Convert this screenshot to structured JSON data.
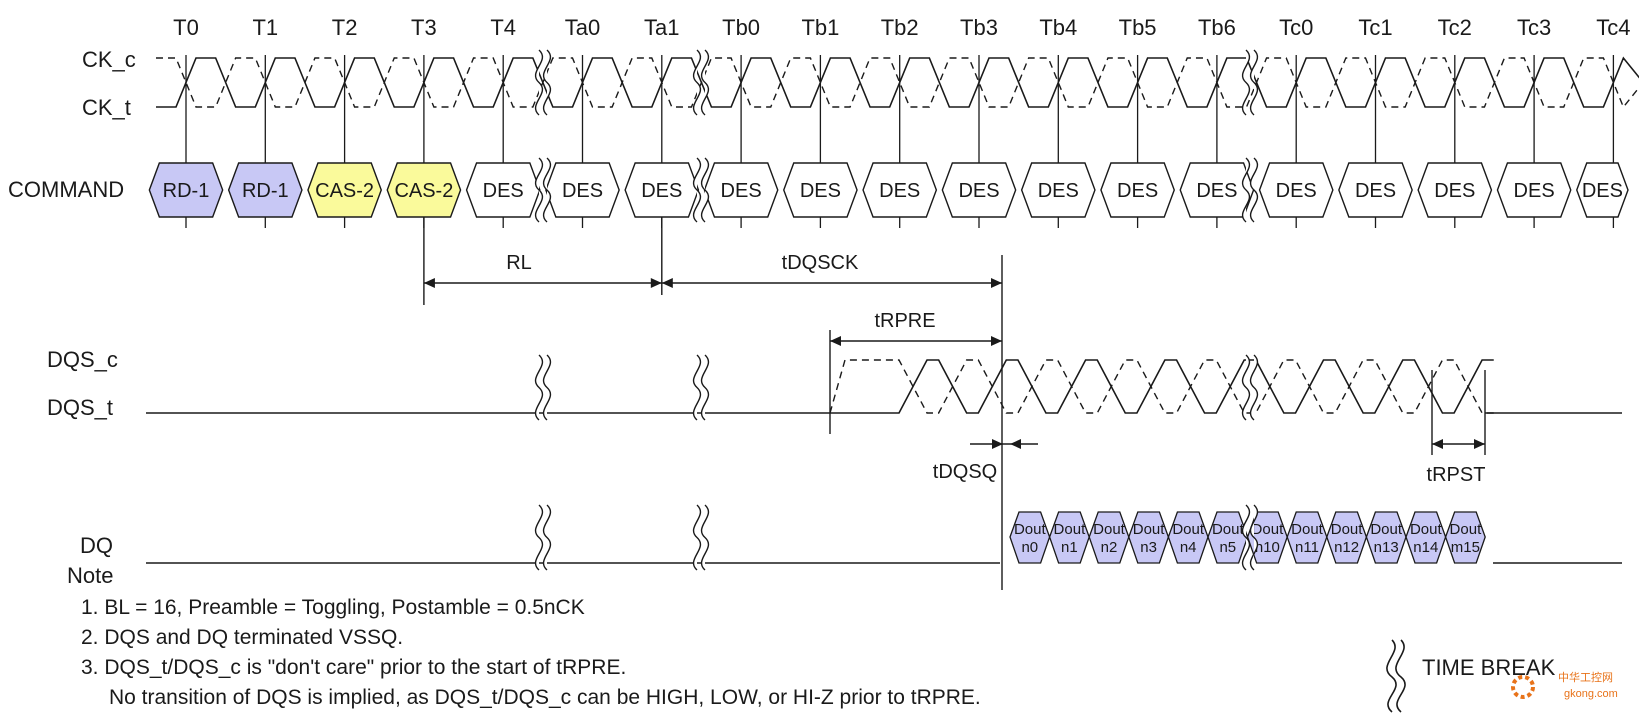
{
  "signals": {
    "ck_c": "CK_c",
    "ck_t": "CK_t",
    "command": "COMMAND",
    "dqs_c": "DQS_c",
    "dqs_t": "DQS_t",
    "dq": "DQ",
    "note": "Note"
  },
  "ticks": [
    "T0",
    "T1",
    "T2",
    "T3",
    "T4",
    "Ta0",
    "Ta1",
    "Tb0",
    "Tb1",
    "Tb2",
    "Tb3",
    "Tb4",
    "Tb5",
    "Tb6",
    "Tc0",
    "Tc1",
    "Tc2",
    "Tc3",
    "Tc4"
  ],
  "commands": [
    {
      "label": "RD-1",
      "fill": "#c8c8f5"
    },
    {
      "label": "RD-1",
      "fill": "#c8c8f5"
    },
    {
      "label": "CAS-2",
      "fill": "#fafa9b"
    },
    {
      "label": "CAS-2",
      "fill": "#fafa9b"
    },
    {
      "label": "DES",
      "fill": "#ffffff"
    },
    {
      "label": "DES",
      "fill": "#ffffff"
    },
    {
      "label": "DES",
      "fill": "#ffffff"
    },
    {
      "label": "DES",
      "fill": "#ffffff"
    },
    {
      "label": "DES",
      "fill": "#ffffff"
    },
    {
      "label": "DES",
      "fill": "#ffffff"
    },
    {
      "label": "DES",
      "fill": "#ffffff"
    },
    {
      "label": "DES",
      "fill": "#ffffff"
    },
    {
      "label": "DES",
      "fill": "#ffffff"
    },
    {
      "label": "DES",
      "fill": "#ffffff"
    },
    {
      "label": "DES",
      "fill": "#ffffff"
    },
    {
      "label": "DES",
      "fill": "#ffffff"
    },
    {
      "label": "DES",
      "fill": "#ffffff"
    },
    {
      "label": "DES",
      "fill": "#ffffff"
    },
    {
      "label": "DES",
      "fill": "#ffffff"
    }
  ],
  "timings": {
    "rl": "RL",
    "tdqsck": "tDQSCK",
    "trpre": "tRPRE",
    "tdqsq": "tDQSQ",
    "trpst": "tRPST"
  },
  "dq_cells": [
    {
      "l1": "Dout",
      "l2": "n0"
    },
    {
      "l1": "Dout",
      "l2": "n1"
    },
    {
      "l1": "Dout",
      "l2": "n2"
    },
    {
      "l1": "Dout",
      "l2": "n3"
    },
    {
      "l1": "Dout",
      "l2": "n4"
    },
    {
      "l1": "Dout",
      "l2": "n5"
    },
    {
      "l1": "Dout",
      "l2": "n10"
    },
    {
      "l1": "Dout",
      "l2": "n11"
    },
    {
      "l1": "Dout",
      "l2": "n12"
    },
    {
      "l1": "Dout",
      "l2": "n13"
    },
    {
      "l1": "Dout",
      "l2": "n14"
    },
    {
      "l1": "Dout",
      "l2": "m15"
    }
  ],
  "notes": [
    "1. BL = 16, Preamble = Toggling, Postamble = 0.5nCK",
    "2. DQS and DQ terminated VSSQ.",
    "3. DQS_t/DQS_c is \"don't care\" prior to the start of tRPRE.",
    "No transition of DQS is implied, as DQS_t/DQS_c can be HIGH, LOW, or HI-Z prior to tRPRE."
  ],
  "legend": {
    "time_break": "TIME BREAK"
  },
  "watermark": {
    "line1": "中华工控网",
    "line2": "gkong.com"
  },
  "colors": {
    "read_cmd": "#c8c8f5",
    "cas_cmd": "#fafa9b",
    "dq_data": "#c8c8f5",
    "line": "#1a1a1a",
    "watermark": "#e8731a"
  }
}
